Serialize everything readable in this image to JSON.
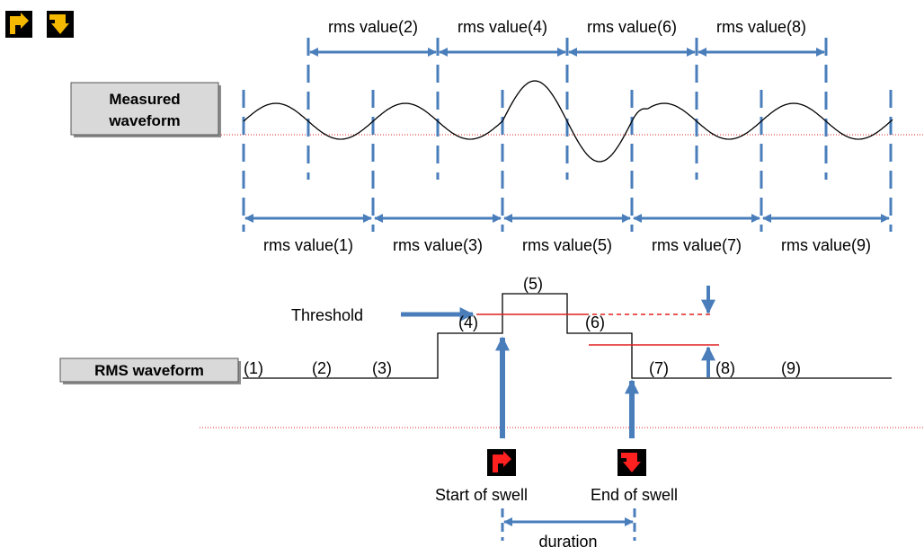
{
  "header_icons": [
    {
      "icon": "swell-start-icon",
      "color": "#f5b800"
    },
    {
      "icon": "swell-end-icon",
      "color": "#f5b800"
    }
  ],
  "measured_label_line1": "Measured",
  "measured_label_line2": "waveform",
  "rms_label": "RMS waveform",
  "rms_values_top": [
    "rms value(2)",
    "rms value(4)",
    "rms value(6)",
    "rms value(8)"
  ],
  "rms_values_bottom": [
    "rms value(1)",
    "rms value(3)",
    "rms value(5)",
    "rms value(7)",
    "rms value(9)"
  ],
  "segment_labels": [
    "(1)",
    "(2)",
    "(3)",
    "(4)",
    "(5)",
    "(6)",
    "(7)",
    "(8)",
    "(9)"
  ],
  "threshold_label": "Threshold",
  "start_label": "Start of swell",
  "end_label": "End of swell",
  "duration_label": "duration",
  "event_icons": [
    {
      "icon": "swell-start-icon",
      "color": "#ff2020"
    },
    {
      "icon": "swell-end-icon",
      "color": "#ff2020"
    }
  ],
  "colors": {
    "accent_blue": "#4a7ebb",
    "threshold_red": "#e02020",
    "icon_yellow": "#f5b800",
    "label_box": "#d9d9d9"
  }
}
